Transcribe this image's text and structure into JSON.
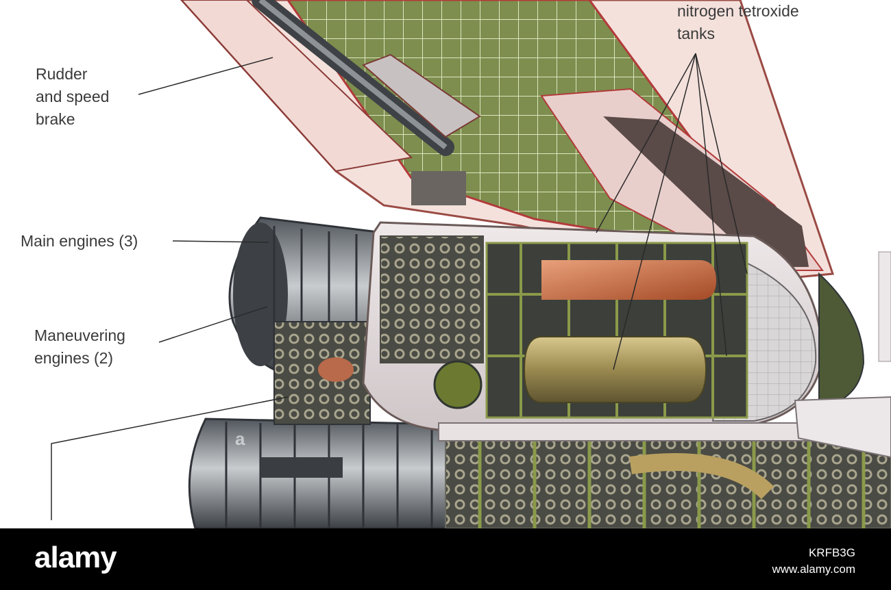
{
  "callouts": {
    "rudder": [
      "Rudder",
      "and speed",
      "brake"
    ],
    "main_engines": [
      "Main engines (3)"
    ],
    "maneuvering": [
      "Maneuvering",
      "engines (2)"
    ],
    "tanks": [
      "nitrogen tetroxide",
      "tanks"
    ]
  },
  "watermark": "a",
  "footer": {
    "logo": "alamy",
    "image_code": "KRFB3G",
    "site": "www.alamy.com"
  },
  "colors": {
    "background": "#ffffff",
    "footer": "#000000",
    "tail_skin": "#f2d9d4",
    "trim_red": "#b23a3a",
    "frame_green": "#8a9a4a",
    "tank_gold": "#9a8a50",
    "tank_orange": "#c56a3a",
    "nozzle_steel": "#6f7478"
  }
}
